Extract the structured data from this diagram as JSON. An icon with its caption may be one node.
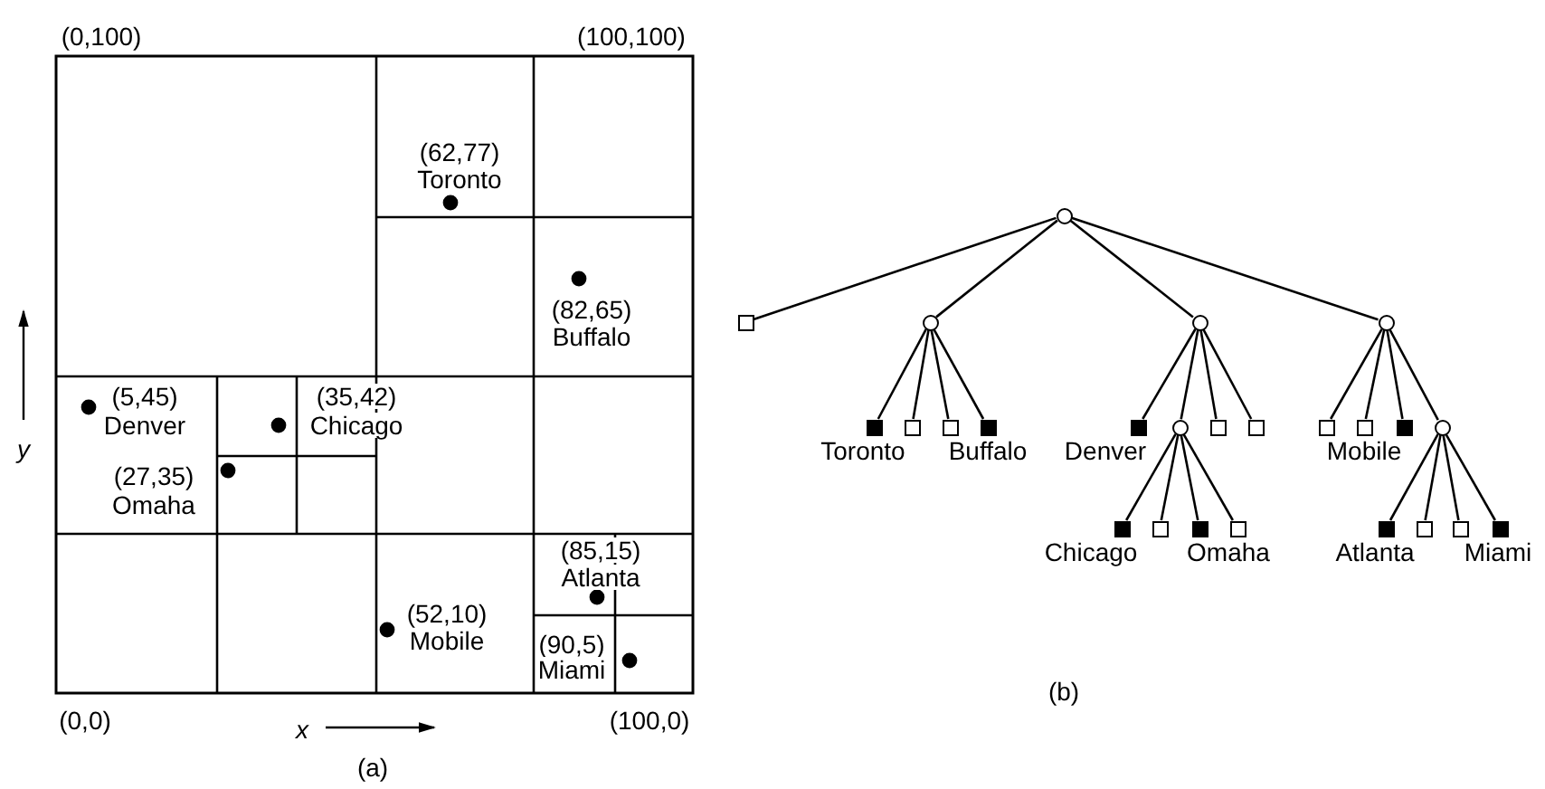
{
  "diagram": {
    "nodes": [
      {
        "text": [],
        "shape": "circle"
      },
      {
        "text": [],
        "shape": "box"
      },
      {
        "text": [],
        "shape": "circle"
      },
      {
        "text": [],
        "shape": "circle"
      },
      {
        "text": [],
        "shape": "circle"
      },
      {
        "text": [],
        "shape": "box",
        "beside": [
          "Toronto"
        ]
      },
      {
        "text": [],
        "shape": "box"
      },
      {
        "text": [],
        "shape": "box"
      },
      {
        "text": [],
        "shape": "box",
        "beside": [
          "Buffalo"
        ]
      },
      {
        "text": [],
        "shape": "box",
        "beside": [
          "Denver"
        ]
      },
      {
        "text": [],
        "shape": "circle"
      },
      {
        "text": [],
        "shape": "box"
      },
      {
        "text": [],
        "shape": "box"
      },
      {
        "text": [],
        "shape": "box"
      },
      {
        "text": [],
        "shape": "box"
      },
      {
        "text": [],
        "shape": "box",
        "beside": [
          "Mobile"
        ]
      },
      {
        "text": [],
        "shape": "circle"
      },
      {
        "text": [],
        "shape": "box",
        "beside": [
          "Chicago"
        ]
      },
      {
        "text": [],
        "shape": "box"
      },
      {
        "text": [],
        "shape": "box",
        "beside": [
          "Omaha"
        ]
      },
      {
        "text": [],
        "shape": "box"
      },
      {
        "text": [],
        "shape": "box",
        "beside": [
          "Atlanta"
        ]
      },
      {
        "text": [],
        "shape": "box"
      },
      {
        "text": [],
        "shape": "box"
      },
      {
        "text": [],
        "shape": "box",
        "beside": [
          "Miami"
        ]
      }
    ],
    "edges": [
      {
        "from": 0,
        "to": 1,
        "arrow": "none"
      },
      {
        "from": 0,
        "to": 2,
        "arrow": "none"
      },
      {
        "from": 0,
        "to": 3,
        "arrow": "none"
      },
      {
        "from": 0,
        "to": 4,
        "arrow": "none"
      },
      {
        "from": 2,
        "to": 5,
        "arrow": "none"
      },
      {
        "from": 2,
        "to": 6,
        "arrow": "none"
      },
      {
        "from": 2,
        "to": 7,
        "arrow": "none"
      },
      {
        "from": 2,
        "to": 8,
        "arrow": "none"
      },
      {
        "from": 3,
        "to": 9,
        "arrow": "none"
      },
      {
        "from": 3,
        "to": 10,
        "arrow": "none"
      },
      {
        "from": 3,
        "to": 11,
        "arrow": "none"
      },
      {
        "from": 3,
        "to": 12,
        "arrow": "none"
      },
      {
        "from": 4,
        "to": 13,
        "arrow": "none"
      },
      {
        "from": 4,
        "to": 14,
        "arrow": "none"
      },
      {
        "from": 4,
        "to": 15,
        "arrow": "none"
      },
      {
        "from": 4,
        "to": 16,
        "arrow": "none"
      },
      {
        "from": 10,
        "to": 17,
        "arrow": "none"
      },
      {
        "from": 10,
        "to": 18,
        "arrow": "none"
      },
      {
        "from": 10,
        "to": 19,
        "arrow": "none"
      },
      {
        "from": 10,
        "to": 20,
        "arrow": "none"
      },
      {
        "from": 16,
        "to": 21,
        "arrow": "none"
      },
      {
        "from": 16,
        "to": 22,
        "arrow": "none"
      },
      {
        "from": 16,
        "to": 23,
        "arrow": "none"
      },
      {
        "from": 16,
        "to": 24,
        "arrow": "none"
      }
    ],
    "labels": [
      "(0,100)",
      "(100,100)",
      "(62,77)",
      "Toronto",
      "(82,65)",
      "Buffalo",
      "y",
      "(5,45)",
      "Denver",
      "(35,42)",
      "Chicago",
      "(27,35)",
      "Omaha",
      "(85,15)",
      "Atlanta",
      "(52,10)",
      "Mobile",
      "(90,5)",
      "Miami",
      "(0,0)",
      "x",
      "(100,0)",
      "(a)",
      "(b)"
    ]
  }
}
